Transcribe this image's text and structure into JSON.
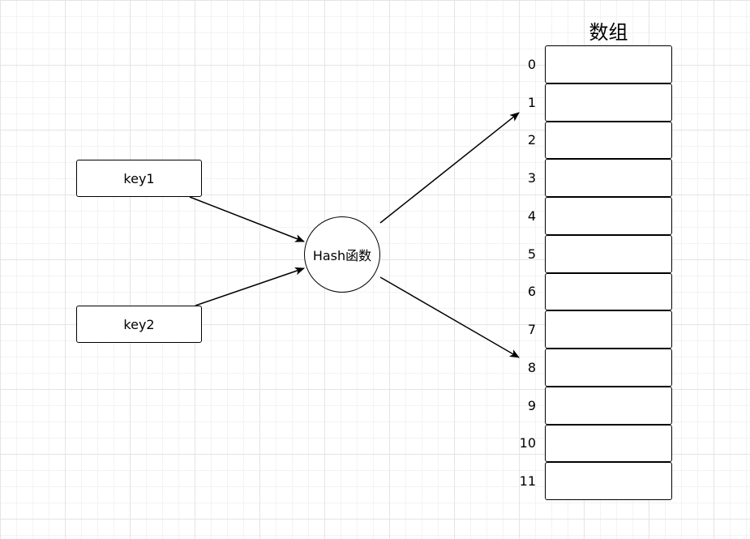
{
  "diagram": {
    "keys": [
      {
        "label": "key1"
      },
      {
        "label": "key2"
      }
    ],
    "hash": {
      "label": "Hash函数"
    },
    "array": {
      "title": "数组",
      "indices": [
        "0",
        "1",
        "2",
        "3",
        "4",
        "5",
        "6",
        "7",
        "8",
        "9",
        "10",
        "11"
      ]
    },
    "edges": [
      {
        "from": "key1",
        "to": "Hash函数"
      },
      {
        "from": "key2",
        "to": "Hash函数"
      },
      {
        "from": "Hash函数",
        "to": "1"
      },
      {
        "from": "Hash函数",
        "to": "8"
      }
    ]
  }
}
